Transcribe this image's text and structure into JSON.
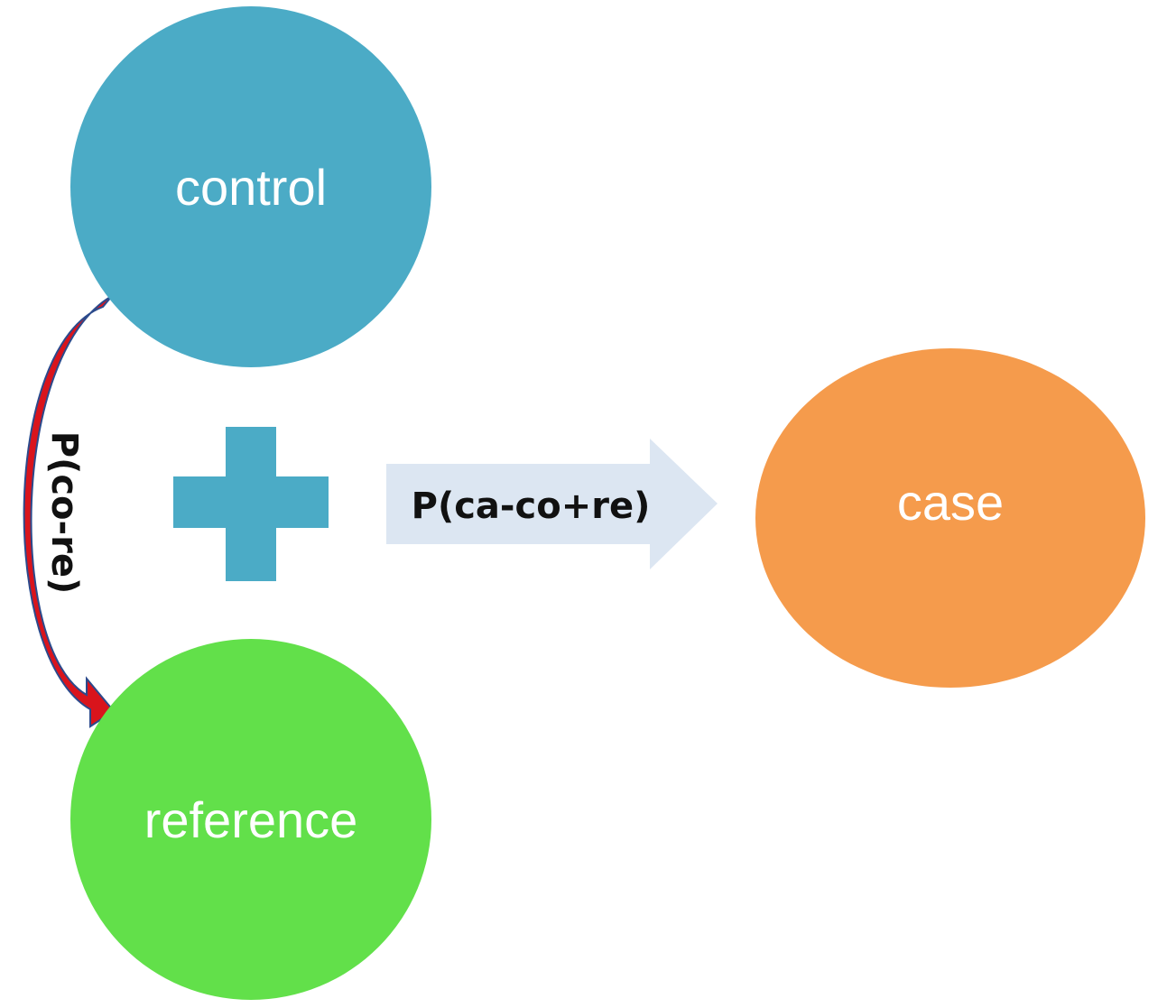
{
  "nodes": {
    "control": {
      "label": "control",
      "color": "#4babc6"
    },
    "reference": {
      "label": "reference",
      "color": "#62e04a"
    },
    "case": {
      "label": "case",
      "color": "#f59b4c"
    }
  },
  "operator": {
    "icon": "plus-icon",
    "color": "#4babc6"
  },
  "edges": {
    "control_to_reference": {
      "label": "P(co-re)",
      "color": "#d9141c",
      "outline": "#2b4a8c"
    },
    "combined_to_case": {
      "label": "P(ca-co+re)",
      "color": "#dce6f2"
    }
  }
}
